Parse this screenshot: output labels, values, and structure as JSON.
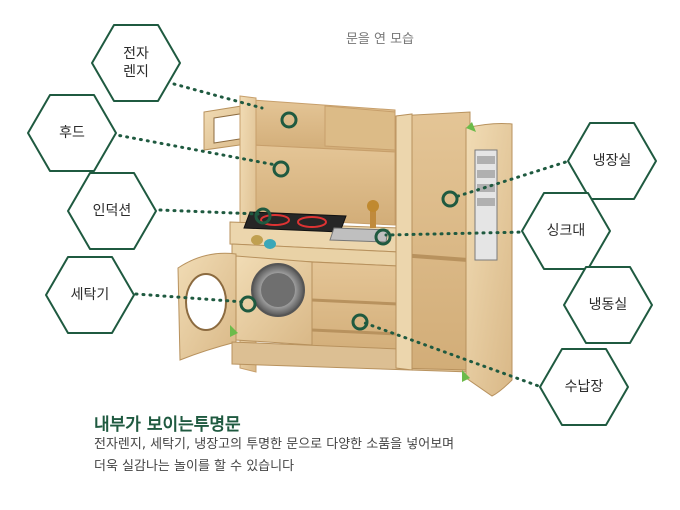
{
  "caption": "문을 연 모습",
  "labels": {
    "microwave": "전자\n렌지",
    "hood": "후드",
    "induction": "인덕션",
    "washer": "세탁기",
    "fridge": "냉장실",
    "sink": "싱크대",
    "freezer": "냉동실",
    "storage": "수납장"
  },
  "headline": "내부가 보이는투명문",
  "description_line1": "전자렌지, 세탁기, 냉장고의 투명한 문으로 다양한 소품을 넣어보며",
  "description_line2": "더욱 실감나는 놀이를 할 수 있습니다",
  "colors": {
    "accent": "#1f5a40",
    "wood": "#e8cfa4",
    "wood_dark": "#c9a673"
  }
}
